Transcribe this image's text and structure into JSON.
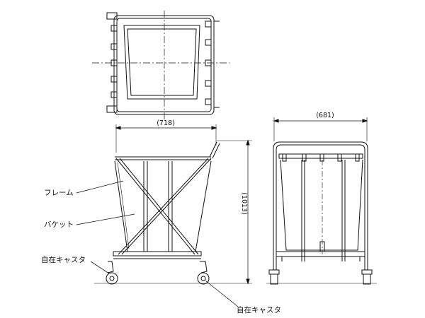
{
  "dimensions": {
    "width_front": "(718)",
    "height": "(1013)",
    "width_side": "(681)"
  },
  "labels": {
    "frame": "フレーム",
    "bucket": "バケット",
    "caster_left": "自在キャスタ",
    "caster_bottom": "自在キャスタ"
  },
  "colors": {
    "line": "#111111",
    "background": "#ffffff"
  }
}
